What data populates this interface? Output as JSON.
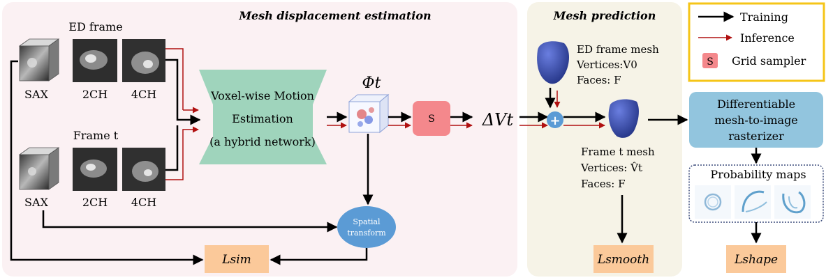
{
  "panels": {
    "estimation_title": "Mesh displacement estimation",
    "prediction_title": "Mesh prediction"
  },
  "legend": {
    "training": "Training",
    "inference": "Inference",
    "sampler_symbol": "S",
    "sampler_label": "Grid sampler"
  },
  "inputs": {
    "ed_frame_label": "ED frame",
    "frame_t_label": "Frame t",
    "views": [
      "SAX",
      "2CH",
      "4CH"
    ]
  },
  "network": {
    "line1": "Voxel-wise Motion",
    "line2": "Estimation",
    "line3": "(a hybrid network)"
  },
  "field_symbol": "Φt",
  "sampler_node": "S",
  "displacement": "ΔVt",
  "spatial_transform": {
    "line1": "Spatial",
    "line2": "transform"
  },
  "losses": {
    "sim": "Lsim",
    "smooth": "Lsmooth",
    "shape": "Lshape"
  },
  "ed_mesh": {
    "title": "ED frame mesh",
    "vertices": "Vertices:V0",
    "faces": "Faces: F"
  },
  "frame_t_mesh": {
    "title": "Frame t mesh",
    "vertices": "Vertices: V̂t",
    "faces": "Faces: F"
  },
  "add_symbol": "+",
  "rasterizer": {
    "line1": "Differentiable",
    "line2": "mesh-to-image",
    "line3": "rasterizer"
  },
  "probability_maps": "Probability maps",
  "colors": {
    "estimation_bg": "#fbf1f3",
    "prediction_bg": "#f6f3e7",
    "network": "#9fd4bc",
    "sampler": "#f4888c",
    "spatial": "#5b9bd5",
    "rasterizer": "#92c5de",
    "loss": "#fbc99a",
    "legend_border": "#f5c518",
    "inference": "#b01010",
    "mesh": "#3b52b4"
  }
}
